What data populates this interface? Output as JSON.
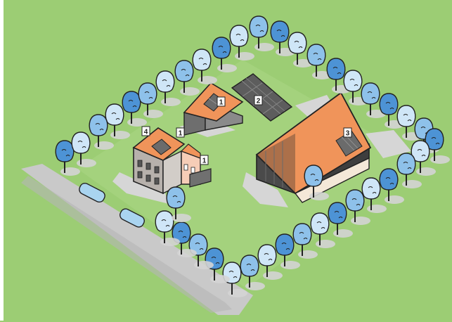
{
  "caption": "",
  "labels": {
    "solar_1_shed": "1",
    "solar_field": "2",
    "solar_barn": "3",
    "solar_house": "4",
    "house_label_a": "1",
    "house_label_b": "1"
  },
  "colors": {
    "grass": "#9ccd74",
    "roof": "#f0945a",
    "solar": "#6b6b6b",
    "wall_gray": "#b7b1ac",
    "wall_pink": "#f6cdb7",
    "barn_dark": "#4a4a4a",
    "shadow": "#d4d4d4",
    "tree_light": "#cfe6f7",
    "tree_mid": "#8ec1ea",
    "tree_dark": "#4d93d5"
  }
}
